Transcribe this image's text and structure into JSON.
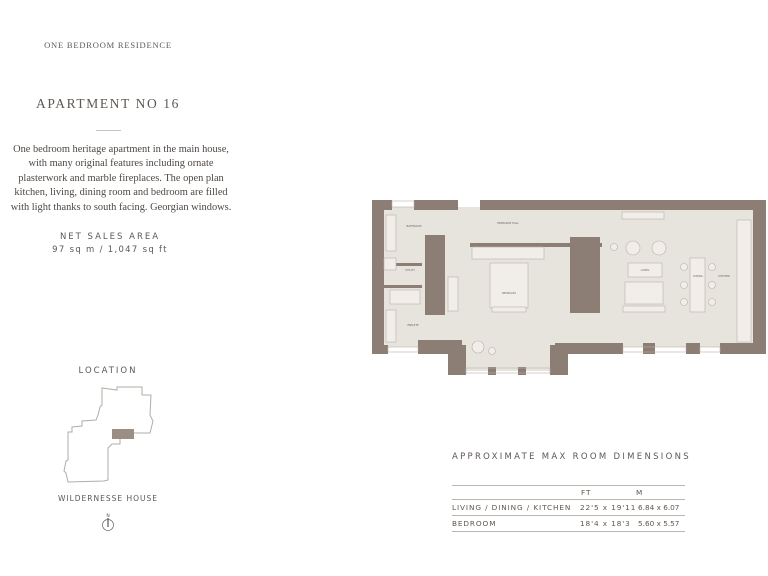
{
  "subtitle": "ONE BEDROOM RESIDENCE",
  "title": "APARTMENT NO 16",
  "description_lines": [
    "One bedroom heritage apartment in the main house,",
    "with many original features including ornate",
    "plasterwork and marble fireplaces. The open plan",
    "kitchen, living, dining room and bedroom are filled",
    "with light thanks to south facing. Georgian windows."
  ],
  "net_sales_area": {
    "label": "NET SALES AREA",
    "value": "97 sq m / 1,047 sq ft"
  },
  "location": {
    "label": "LOCATION",
    "building": "WILDERNESSE HOUSE",
    "compass": "N"
  },
  "floorplan": {
    "rooms": [
      "BATHROOM",
      "ENTRANCE HALL",
      "UTILITY",
      "BEDROOM",
      "ENSUITE",
      "LIVING",
      "DINING",
      "KITCHEN"
    ],
    "colors": {
      "wall": "#8c7e74",
      "floor": "#e7e3dd",
      "furniture": "#f1eee9"
    }
  },
  "dimensions": {
    "title": "APPROXIMATE MAX ROOM DIMENSIONS",
    "headers": [
      "",
      "FT",
      "M"
    ],
    "rows": [
      {
        "room": "LIVING / DINING / KITCHEN",
        "ft": "22'5  x  19'11",
        "m": "6.84 x 6.07"
      },
      {
        "room": "BEDROOM",
        "ft": "18'4  x  18'3",
        "m": "5.60 x 5.57"
      }
    ]
  }
}
